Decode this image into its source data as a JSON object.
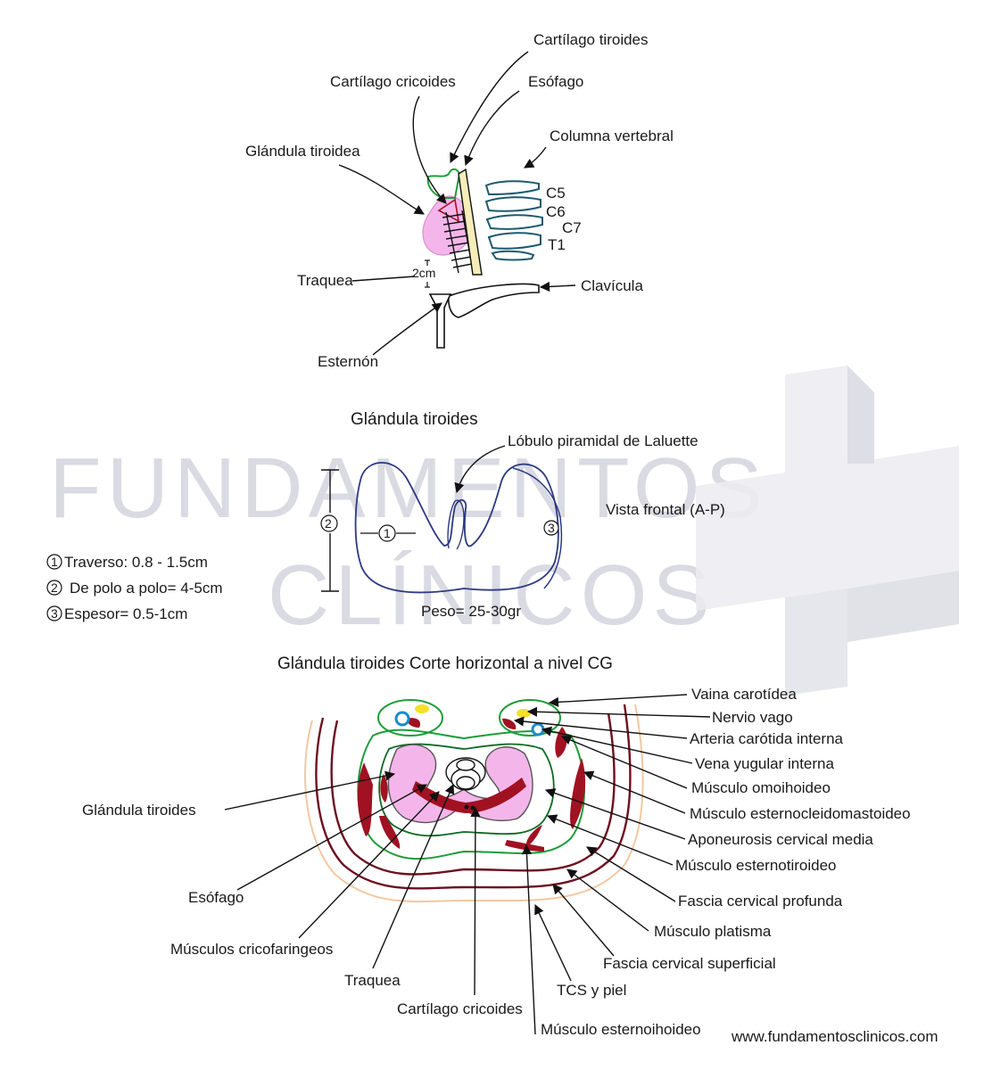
{
  "watermark": {
    "line1": "FUNDAMENTOS",
    "line2": "CLÍNICOS",
    "logo": "medical-cross-logo"
  },
  "figure1": {
    "labels": {
      "thyroid_cartilage": "Cartílago tiroides",
      "cricoid_cartilage": "Cartílago cricoides",
      "esophagus": "Esófago",
      "spine": "Columna vertebral",
      "thyroid_gland": "Glándula tiroidea",
      "trachea": "Traquea",
      "distance": "2cm",
      "clavicle": "Clavícula",
      "sternum": "Esternón",
      "c5": "C5",
      "c6": "C6",
      "c7": "C7",
      "t1": "T1"
    }
  },
  "figure2": {
    "title": "Glándula tiroides",
    "pyramidal_lobe": "Lóbulo piramidal de Laluette",
    "view": "Vista frontal (A-P)",
    "weight": "Peso= 25-30gr",
    "marker1": "1",
    "marker2": "2",
    "marker3": "3",
    "legend": [
      {
        "num": "1",
        "text": "Traverso: 0.8 - 1.5cm"
      },
      {
        "num": "2",
        "text": "De polo a polo= 4-5cm"
      },
      {
        "num": "3",
        "text": "Espesor= 0.5-1cm"
      }
    ]
  },
  "figure3": {
    "title": "Glándula tiroides Corte horizontal a nivel CG",
    "right_labels": [
      "Vaina carotídea",
      "Nervio vago",
      "Arteria carótida interna",
      "Vena yugular interna",
      "Músculo omoihoideo",
      "Músculo esternocleidomastoideo",
      "Aponeurosis cervical media",
      "Músculo esternotiroideo",
      "Fascia cervical profunda",
      "Músculo platisma",
      "Fascia cervical superficial",
      "TCS y piel",
      "Músculo esternoihoideo"
    ],
    "left_labels": {
      "thyroid": "Glándula tiroides",
      "esophagus": "Esófago",
      "cricopharyngeal": "Músculos cricofaringeos",
      "trachea": "Traquea",
      "cricoid": "Cartílago cricoides"
    }
  },
  "footer": {
    "url": "www.fundamentosclinicos.com"
  },
  "colors": {
    "thyroid_pink": "#f4b6ea",
    "muscle_red": "#a01222",
    "fascia_green": "#1f9c3a",
    "skin_orange": "#f2c8a0",
    "vertebra_teal": "#1d5a6e",
    "lobe_outline": "#2d3a82",
    "vagus_yellow": "#f2e02a",
    "vein_blue": "#1a8bc9"
  }
}
